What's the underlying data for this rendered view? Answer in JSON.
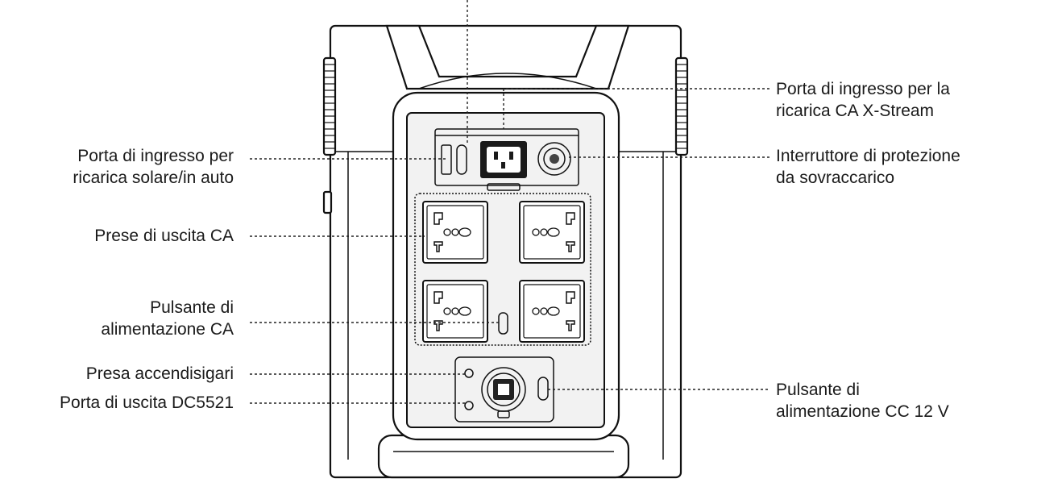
{
  "labels": {
    "solar_input": [
      "Porta di ingresso per",
      "ricarica solare/in auto"
    ],
    "ac_outlets": [
      "Prese di uscita CA"
    ],
    "ac_power_button": [
      "Pulsante di",
      "alimentazione CA"
    ],
    "car_outlet": [
      "Presa accendisigari"
    ],
    "dc5521_output": [
      "Porta di uscita DC5521"
    ],
    "xstream_input": [
      "Porta di ingresso per la",
      "ricarica CA X-Stream"
    ],
    "overload_protector": [
      "Interruttore di protezione",
      "da sovraccarico"
    ],
    "dc_power_button": [
      "Pulsante di",
      "alimentazione CC 12 V"
    ]
  }
}
